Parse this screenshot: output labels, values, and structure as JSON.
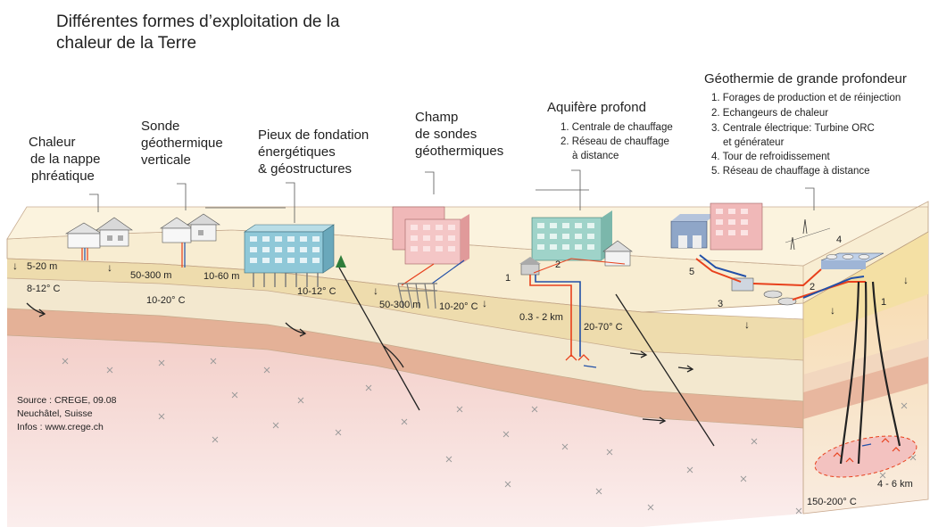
{
  "title": [
    "Différentes formes d’exploitation de la",
    "chaleur de la Terre"
  ],
  "sections": {
    "nappe": [
      "Chaleur",
      "de la nappe",
      "phréatique"
    ],
    "sonde": [
      "Sonde",
      "géothermique",
      "verticale"
    ],
    "pieux": [
      "Pieux de fondation",
      "énergétiques",
      "& géostructures"
    ],
    "champ": [
      "Champ",
      "de sondes",
      "géothermiques"
    ],
    "aquifere": {
      "title": "Aquifère profond",
      "items": [
        "1. Centrale de chauffage",
        "2. Réseau de chauffage",
        "à distance"
      ]
    },
    "grande": {
      "title": "Géothermie de grande profondeur",
      "items": [
        "1. Forages de production et de réinjection",
        "2. Echangeurs de chaleur",
        "3. Centrale électrique: Turbine ORC",
        "et générateur",
        "4. Tour de refroidissement",
        "5. Réseau de chauffage à distance"
      ]
    }
  },
  "labels": {
    "d1": "5-20 m",
    "t1": "8-12° C",
    "d2": "50-300 m",
    "t2": "10-20° C",
    "d3": "10-60 m",
    "t3": "10-12° C",
    "d4": "50-300 m",
    "t4": "10-20° C",
    "d5": "0.3 - 2 km",
    "t5": "20-70° C",
    "d6": "4 - 6 km",
    "t6": "150-200° C"
  },
  "numbers": {
    "a1": "1",
    "a2": "2",
    "g1": "1",
    "g2": "2",
    "g3": "3",
    "g4": "4",
    "g5": "5"
  },
  "source": [
    "Source : CREGE, 09.08",
    "Neuchâtel, Suisse",
    "Infos : www.crege.ch"
  ],
  "colors": {
    "surface": "#f7ecd0",
    "layer1": "#efdfb5",
    "layer2": "#f6edd6",
    "layer3": "#e6b596",
    "bedrock": "#f6d6d2",
    "hot_pipe": "#e8401c",
    "cold_pipe": "#2250a8",
    "building_blue": "#8fc8d8",
    "building_pink": "#f0b8b8"
  }
}
